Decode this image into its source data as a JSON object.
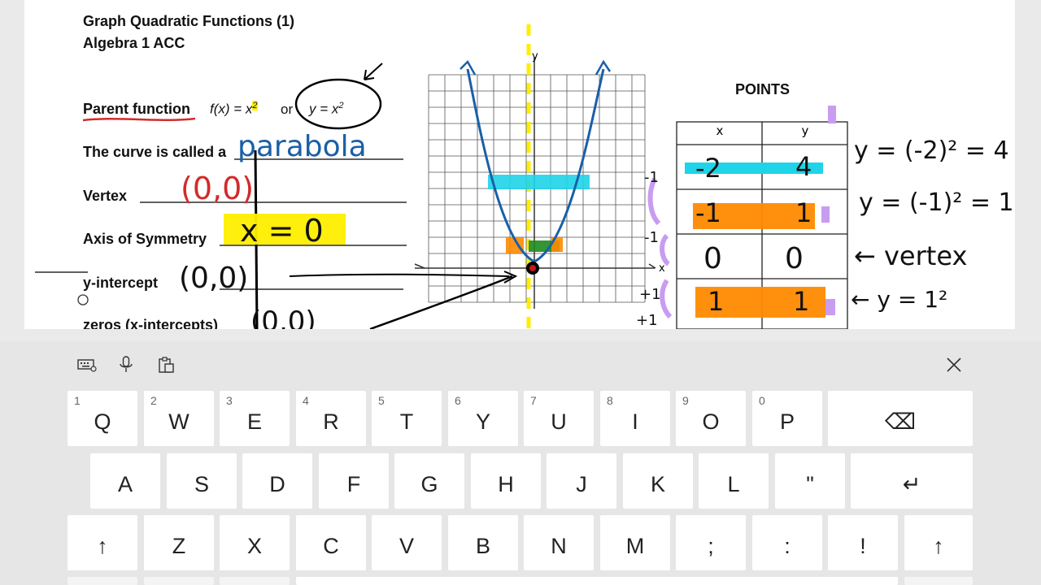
{
  "worksheet": {
    "title": "Graph Quadratic Functions (1)",
    "course": "Algebra 1 ACC",
    "parent_label": "Parent function",
    "parent_fx": "f(x) = x",
    "sup": "2",
    "or_text": "or",
    "parent_y": "y = x",
    "curve_label": "The curve is called a",
    "vertex_label": "Vertex",
    "axis_label": "Axis of Symmetry",
    "yint_label": "y-intercept",
    "zeros_label": "zeros (x-intercepts)",
    "points_heading": "POINTS",
    "table_headers": [
      "x",
      "y"
    ],
    "graph_axis_x": "x",
    "graph_axis_y": "y"
  },
  "handwriting": {
    "curve_answer": "parabola",
    "vertex_answer": "(0,0)",
    "axis_answer": "x = 0",
    "yint_answer": "(0,0)",
    "zeros_answer": "(0,0)",
    "rows": [
      {
        "x": "-2",
        "y": "4"
      },
      {
        "x": "-1",
        "y": "1"
      },
      {
        "x": "0",
        "y": "0"
      },
      {
        "x": "1",
        "y": "1"
      }
    ],
    "side_notes": [
      "y = (-2)² = 4",
      "y = (-1)² = 1",
      "← vertex",
      "← y = 1²"
    ],
    "left_marks": [
      "-1",
      "-1",
      "+1",
      "+1"
    ],
    "colors": {
      "blue": "#1a5fa8",
      "red": "#d22a2a",
      "yellow": "#ffee00",
      "cyan": "#1fd4e8",
      "orange": "#ff8a00",
      "green": "#1f8a1f",
      "purple": "#c89cf0"
    }
  },
  "keyboard": {
    "toolbar": [
      "keyboard-settings-icon",
      "microphone-icon",
      "clipboard-icon"
    ],
    "close_icon": "close-icon",
    "row1": [
      {
        "label": "Q",
        "num": "1"
      },
      {
        "label": "W",
        "num": "2"
      },
      {
        "label": "E",
        "num": "3"
      },
      {
        "label": "R",
        "num": "4"
      },
      {
        "label": "T",
        "num": "5"
      },
      {
        "label": "Y",
        "num": "6"
      },
      {
        "label": "U",
        "num": "7"
      },
      {
        "label": "I",
        "num": "8"
      },
      {
        "label": "O",
        "num": "9"
      },
      {
        "label": "P",
        "num": "0"
      }
    ],
    "backspace": "⌫",
    "row2": [
      "A",
      "S",
      "D",
      "F",
      "G",
      "H",
      "J",
      "K",
      "L",
      "\""
    ],
    "enter": "↵",
    "row3": [
      "Z",
      "X",
      "C",
      "V",
      "B",
      "N",
      "M",
      ";",
      ":",
      "!"
    ],
    "shift": "↑"
  }
}
